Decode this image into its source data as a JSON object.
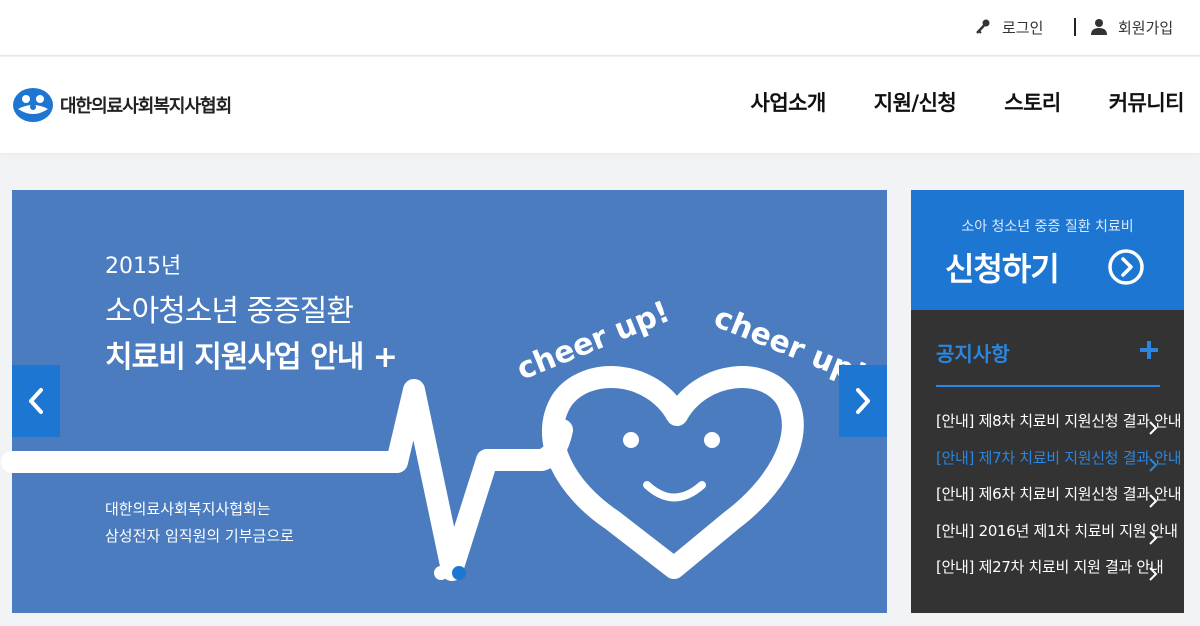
{
  "topbar": {
    "login_label": "로그인",
    "join_label": "회원가입"
  },
  "header": {
    "logo_text": "대한의료사회복지사협회",
    "nav": [
      "사업소개",
      "지원/신청",
      "스토리",
      "커뮤니티"
    ]
  },
  "banner": {
    "year": "2015년",
    "line1": "소아청소년 중증질환",
    "line2": "치료비 지원사업 안내 +",
    "sub1": "대한의료사회복지사협회는",
    "sub2": "삼성전자 임직원의 기부금으로",
    "art_text_left": "cheer up!",
    "art_text_right": "cheer up!",
    "slides_total": 2,
    "slide_active": 2
  },
  "apply": {
    "subtitle": "소아 청소년 중증 질환 치료비",
    "title": "신청하기"
  },
  "notice": {
    "title": "공지사항",
    "items": [
      "[안내] 제8차 치료비 지원신청 결과 안내",
      "[안내] 제7차 치료비 지원신청 결과 안내",
      "[안내] 제6차 치료비 지원신청 결과 안내",
      "[안내] 2016년 제1차 치료비 지원 안내",
      "[안내] 제27차 치료비 지원 결과 안내"
    ],
    "active_index": 1
  },
  "colors": {
    "brand_blue": "#1d76d2",
    "banner_bg": "#4a7cbf",
    "notice_bg": "#333333"
  }
}
